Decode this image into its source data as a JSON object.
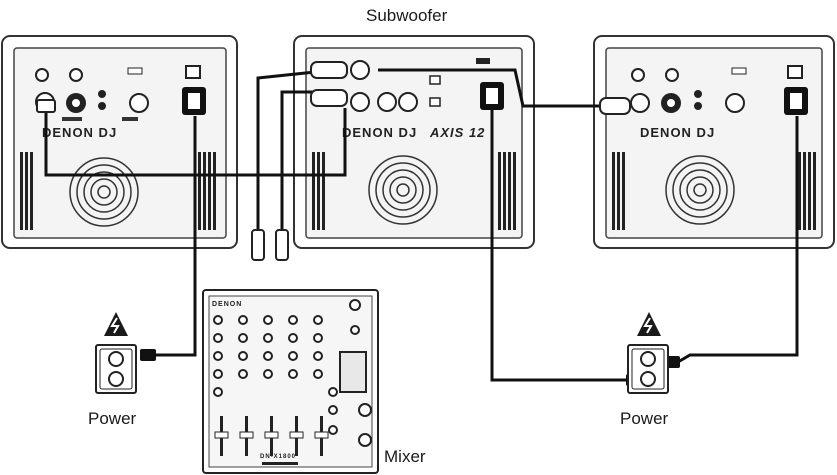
{
  "labels": {
    "subwoofer": "Subwoofer",
    "power_left": "Power",
    "power_right": "Power",
    "mixer": "Mixer"
  },
  "speaker_panels": {
    "left_brand": "DENON DJ",
    "center_brand": "DENON DJ",
    "center_model": "AXIS 12",
    "right_brand": "DENON DJ"
  },
  "mixer_panel": {
    "brand": "DENON",
    "model": "DN-X1800"
  },
  "colors": {
    "cable": "#111111",
    "panel_fill": "#f2f2f2",
    "panel_stroke": "#333333",
    "warning_fill": "#1a1a1a"
  },
  "icons": {
    "warning": "high-voltage-warning-icon",
    "outlet": "power-outlet-icon",
    "xlr": "xlr-connector-icon",
    "iec": "iec-power-connector-icon"
  }
}
